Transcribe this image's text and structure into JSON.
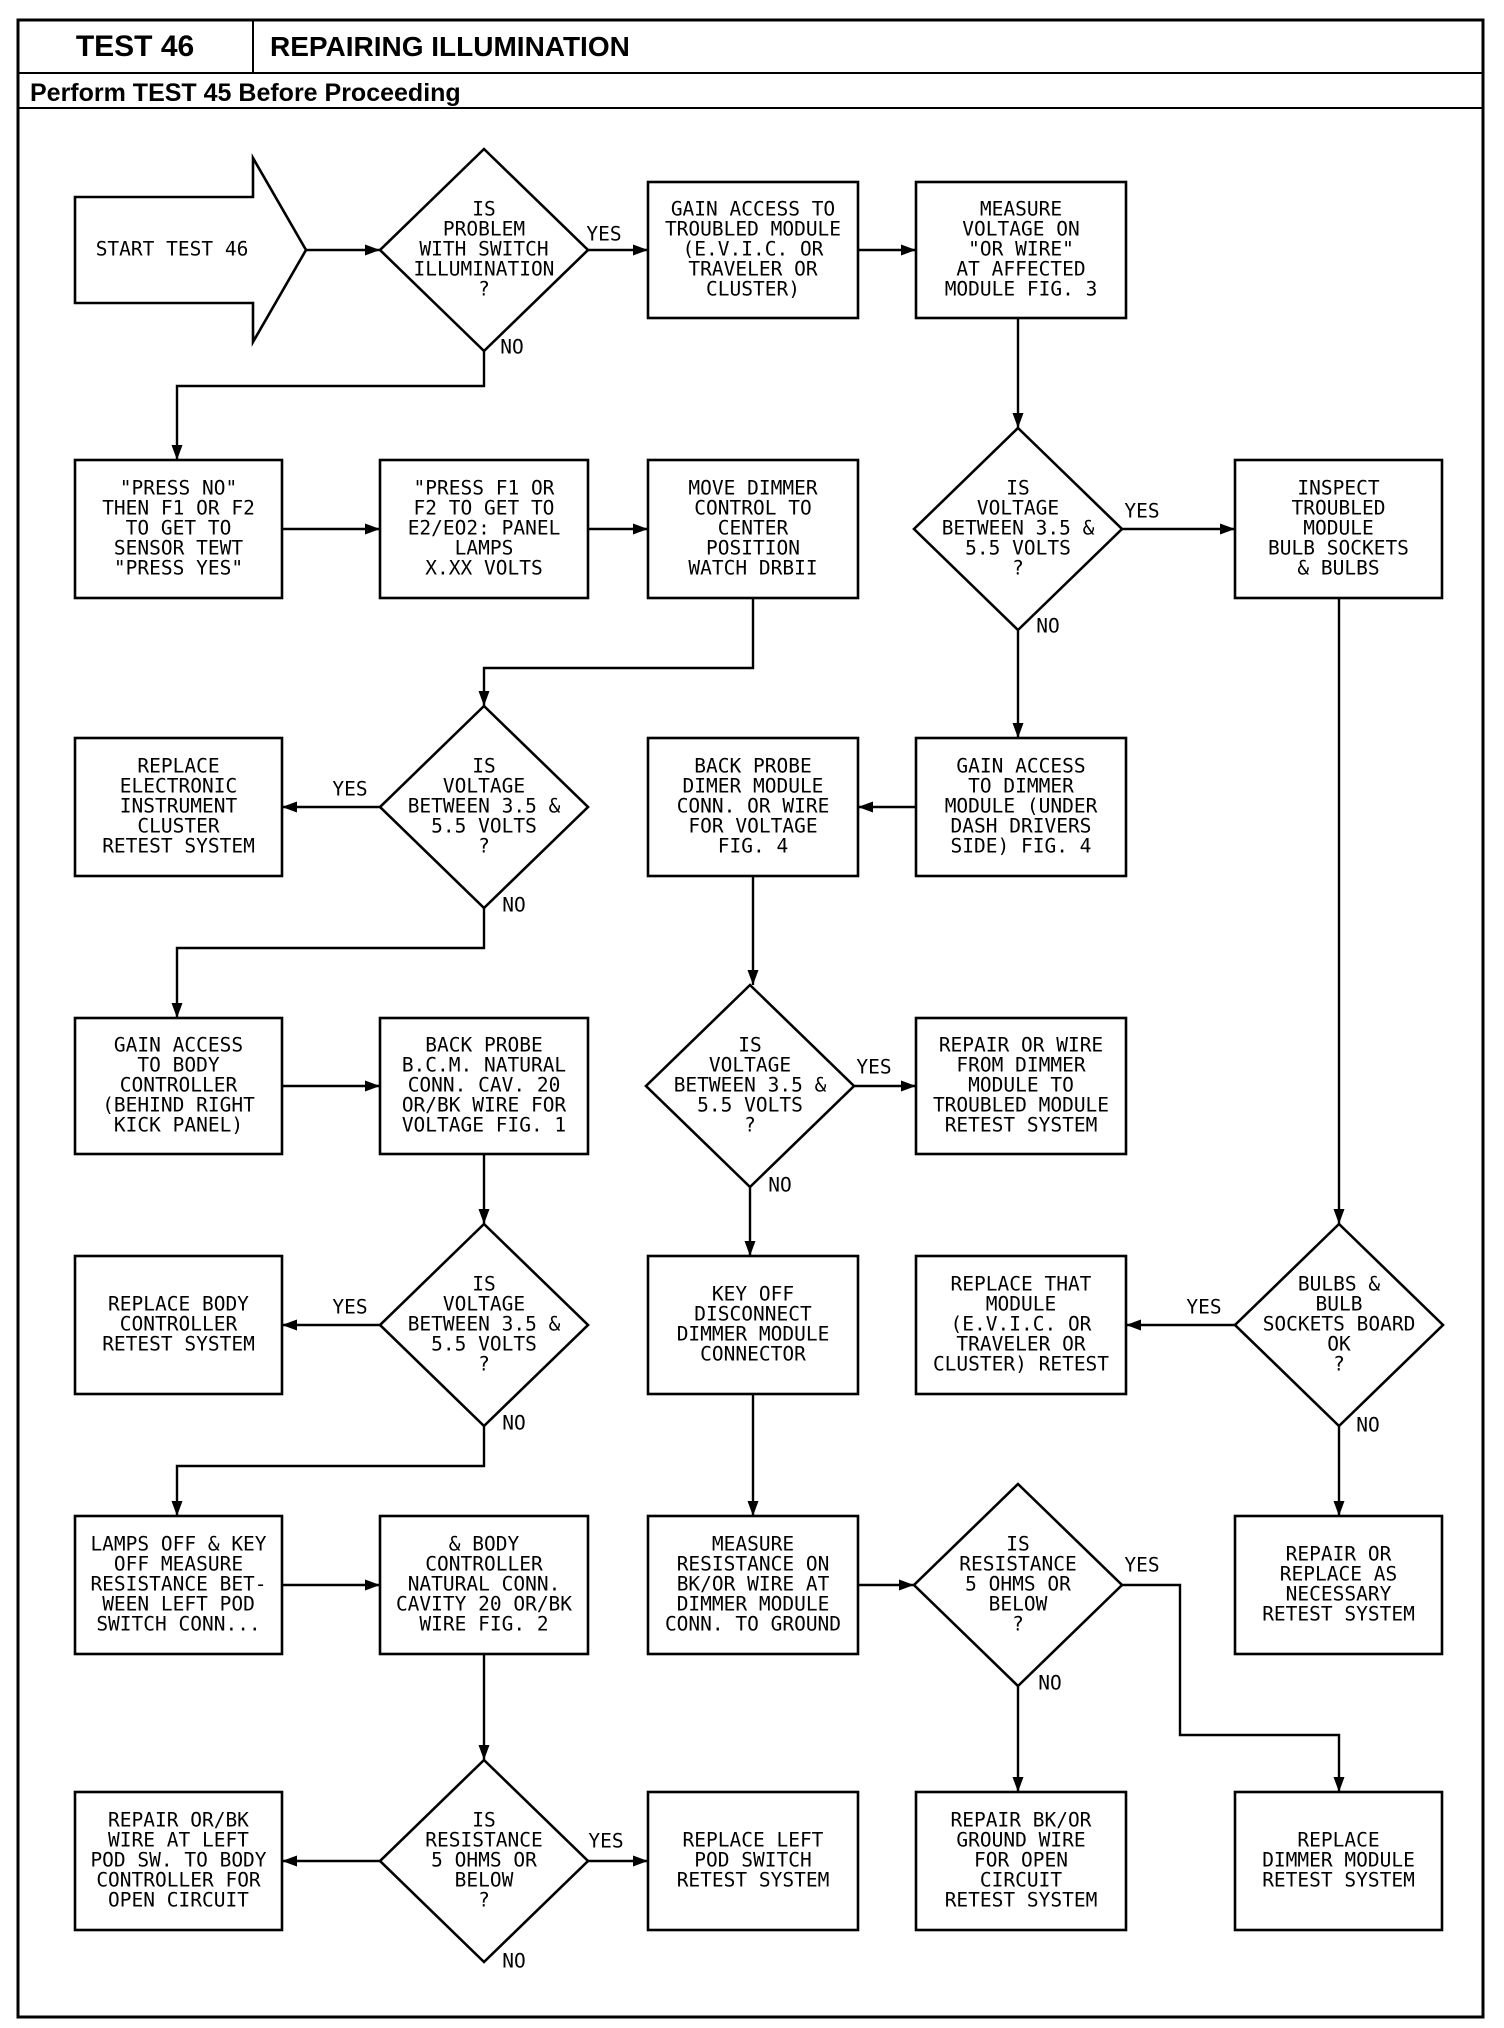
{
  "header": {
    "test_number": "TEST 46",
    "title": "REPAIRING ILLUMINATION",
    "subtitle": "Perform TEST 45 Before Proceeding"
  },
  "nodes": {
    "start": [
      "START TEST 46"
    ],
    "q_switch": [
      "IS",
      "PROBLEM",
      "WITH SWITCH",
      "ILLUMINATION",
      "?"
    ],
    "gain_access_module": [
      "GAIN ACCESS TO",
      "TROUBLED MODULE",
      "(E.V.I.C. OR",
      "TRAVELER OR",
      "CLUSTER)"
    ],
    "measure_or_wire": [
      "MEASURE",
      "VOLTAGE ON",
      "\"OR WIRE\"",
      "AT AFFECTED",
      "MODULE FIG. 3"
    ],
    "press_no": [
      "\"PRESS NO\"",
      "THEN F1 OR F2",
      "TO GET TO",
      "SENSOR TEWT",
      "\"PRESS YES\""
    ],
    "press_f1": [
      "\"PRESS F1 OR",
      "F2 TO GET TO",
      "E2/EO2: PANEL",
      "LAMPS",
      "X.XX VOLTS"
    ],
    "move_dimmer": [
      "MOVE DIMMER",
      "CONTROL TO",
      "CENTER",
      "POSITION",
      "WATCH DRBII"
    ],
    "q_volt_module": [
      "IS",
      "VOLTAGE",
      "BETWEEN 3.5 &",
      "5.5 VOLTS",
      "?"
    ],
    "inspect_bulbs": [
      "INSPECT",
      "TROUBLED",
      "MODULE",
      "BULB SOCKETS",
      "& BULBS"
    ],
    "replace_cluster": [
      "REPLACE",
      "ELECTRONIC",
      "INSTRUMENT",
      "CLUSTER",
      "RETEST SYSTEM"
    ],
    "q_volt_drb": [
      "IS",
      "VOLTAGE",
      "BETWEEN 3.5 &",
      "5.5 VOLTS",
      "?"
    ],
    "back_probe_dimmer": [
      "BACK PROBE",
      "DIMER MODULE",
      "CONN. OR WIRE",
      "FOR VOLTAGE",
      "FIG. 4"
    ],
    "gain_access_dimmer": [
      "GAIN ACCESS",
      "TO DIMMER",
      "MODULE (UNDER",
      "DASH DRIVERS",
      "SIDE) FIG. 4"
    ],
    "gain_access_body": [
      "GAIN ACCESS",
      "TO BODY",
      "CONTROLLER",
      "(BEHIND RIGHT",
      "KICK PANEL)"
    ],
    "back_probe_bcm": [
      "BACK PROBE",
      "B.C.M. NATURAL",
      "CONN. CAV. 20",
      "OR/BK WIRE FOR",
      "VOLTAGE FIG. 1"
    ],
    "q_volt_dimmer": [
      "IS",
      "VOLTAGE",
      "BETWEEN 3.5 &",
      "5.5 VOLTS",
      "?"
    ],
    "repair_or_wire": [
      "REPAIR OR WIRE",
      "FROM DIMMER",
      "MODULE TO",
      "TROUBLED MODULE",
      "RETEST SYSTEM"
    ],
    "replace_body": [
      "REPLACE BODY",
      "CONTROLLER",
      "RETEST SYSTEM"
    ],
    "q_volt_bcm": [
      "IS",
      "VOLTAGE",
      "BETWEEN 3.5 &",
      "5.5 VOLTS",
      "?"
    ],
    "key_off": [
      "KEY OFF",
      "DISCONNECT",
      "DIMMER MODULE",
      "CONNECTOR"
    ],
    "replace_module": [
      "REPLACE THAT",
      "MODULE",
      "(E.V.I.C. OR",
      "TRAVELER OR",
      "CLUSTER) RETEST"
    ],
    "q_bulbs": [
      "BULBS &",
      "BULB",
      "SOCKETS BOARD",
      "OK",
      "?"
    ],
    "lamps_off": [
      "LAMPS OFF & KEY",
      "OFF MEASURE",
      "RESISTANCE BET-",
      "WEEN LEFT POD",
      "SWITCH CONN..."
    ],
    "body_cavity": [
      "& BODY",
      "CONTROLLER",
      "NATURAL CONN.",
      "CAVITY 20 OR/BK",
      "WIRE FIG. 2"
    ],
    "measure_res": [
      "MEASURE",
      "RESISTANCE ON",
      "BK/OR WIRE AT",
      "DIMMER MODULE",
      "CONN. TO GROUND"
    ],
    "q_res_dimmer": [
      "IS",
      "RESISTANCE",
      "5 OHMS OR",
      "BELOW",
      "?"
    ],
    "repair_replace": [
      "REPAIR OR",
      "REPLACE AS",
      "NECESSARY",
      "RETEST SYSTEM"
    ],
    "repair_orbk": [
      "REPAIR OR/BK",
      "WIRE AT LEFT",
      "POD SW. TO BODY",
      "CONTROLLER FOR",
      "OPEN CIRCUIT"
    ],
    "q_res_pod": [
      "IS",
      "RESISTANCE",
      "5 OHMS OR",
      "BELOW",
      "?"
    ],
    "replace_pod": [
      "REPLACE LEFT",
      "POD SWITCH",
      "RETEST SYSTEM"
    ],
    "repair_bk_gnd": [
      "REPAIR BK/OR",
      "GROUND WIRE",
      "FOR OPEN",
      "CIRCUIT",
      "RETEST SYSTEM"
    ],
    "replace_dimmer": [
      "REPLACE",
      "DIMMER MODULE",
      "RETEST SYSTEM"
    ]
  },
  "labels": {
    "yes": "YES",
    "no": "NO"
  }
}
